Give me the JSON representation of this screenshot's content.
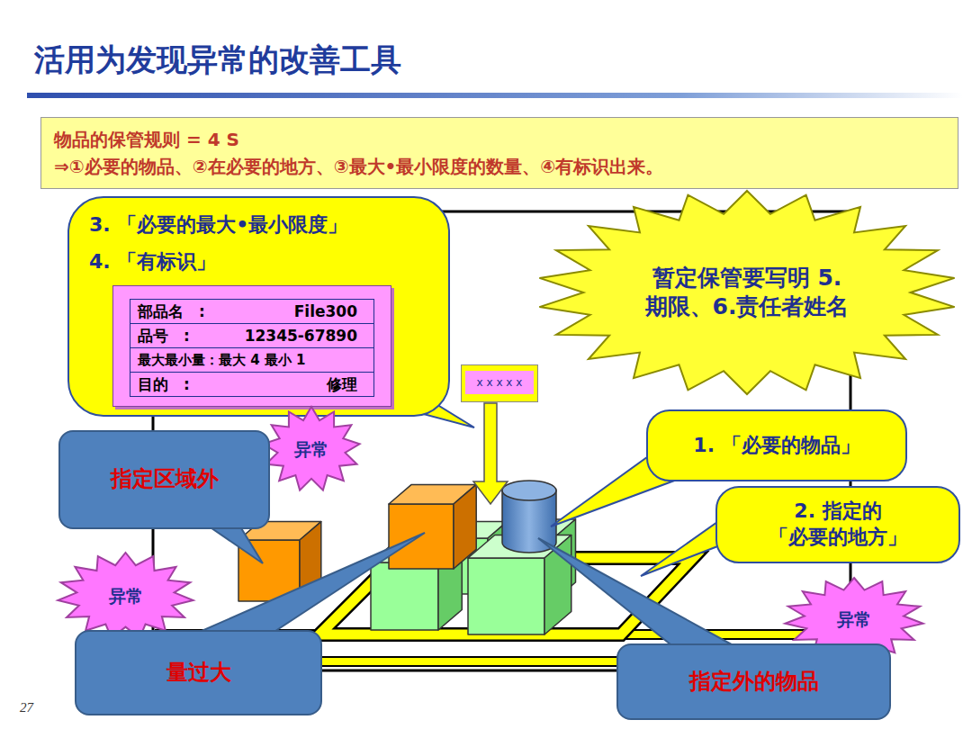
{
  "diagram": {
    "title": "活用为发现异常的改善工具",
    "nodes": [
      {
        "text": [
          "物品的保管规则 = 4 S",
          "⇒①必要的物品、②在必要的地方、③最大•最小限度的数量、④有标识出来。"
        ]
      },
      {
        "text": [
          "3. 「必要的最大•最小限度」",
          "4. 「有标识」"
        ]
      },
      {
        "text": [
          "部品名　:",
          "File300",
          "品号　:",
          "12345-67890",
          "最大最小量：最大 4  最小  1",
          "目的　:",
          "修理"
        ],
        "in": 1
      },
      {
        "text": [
          "暂定保管要写明 5.期限、6.责任者姓名"
        ]
      },
      {
        "text": [
          "x x x x x"
        ]
      },
      {
        "text": [
          "异常"
        ]
      },
      {
        "text": [
          "指定区域外"
        ]
      },
      {
        "text": [
          "1. 「必要的物品」"
        ]
      },
      {
        "text": [
          "2. 指定的 「必要的地方」"
        ]
      },
      {
        "text": [
          "异常"
        ]
      },
      {
        "text": [
          "异常"
        ]
      },
      {
        "text": [
          "量过大"
        ]
      },
      {
        "text": [
          "指定外的物品"
        ]
      }
    ],
    "labels": [
      "27"
    ]
  }
}
